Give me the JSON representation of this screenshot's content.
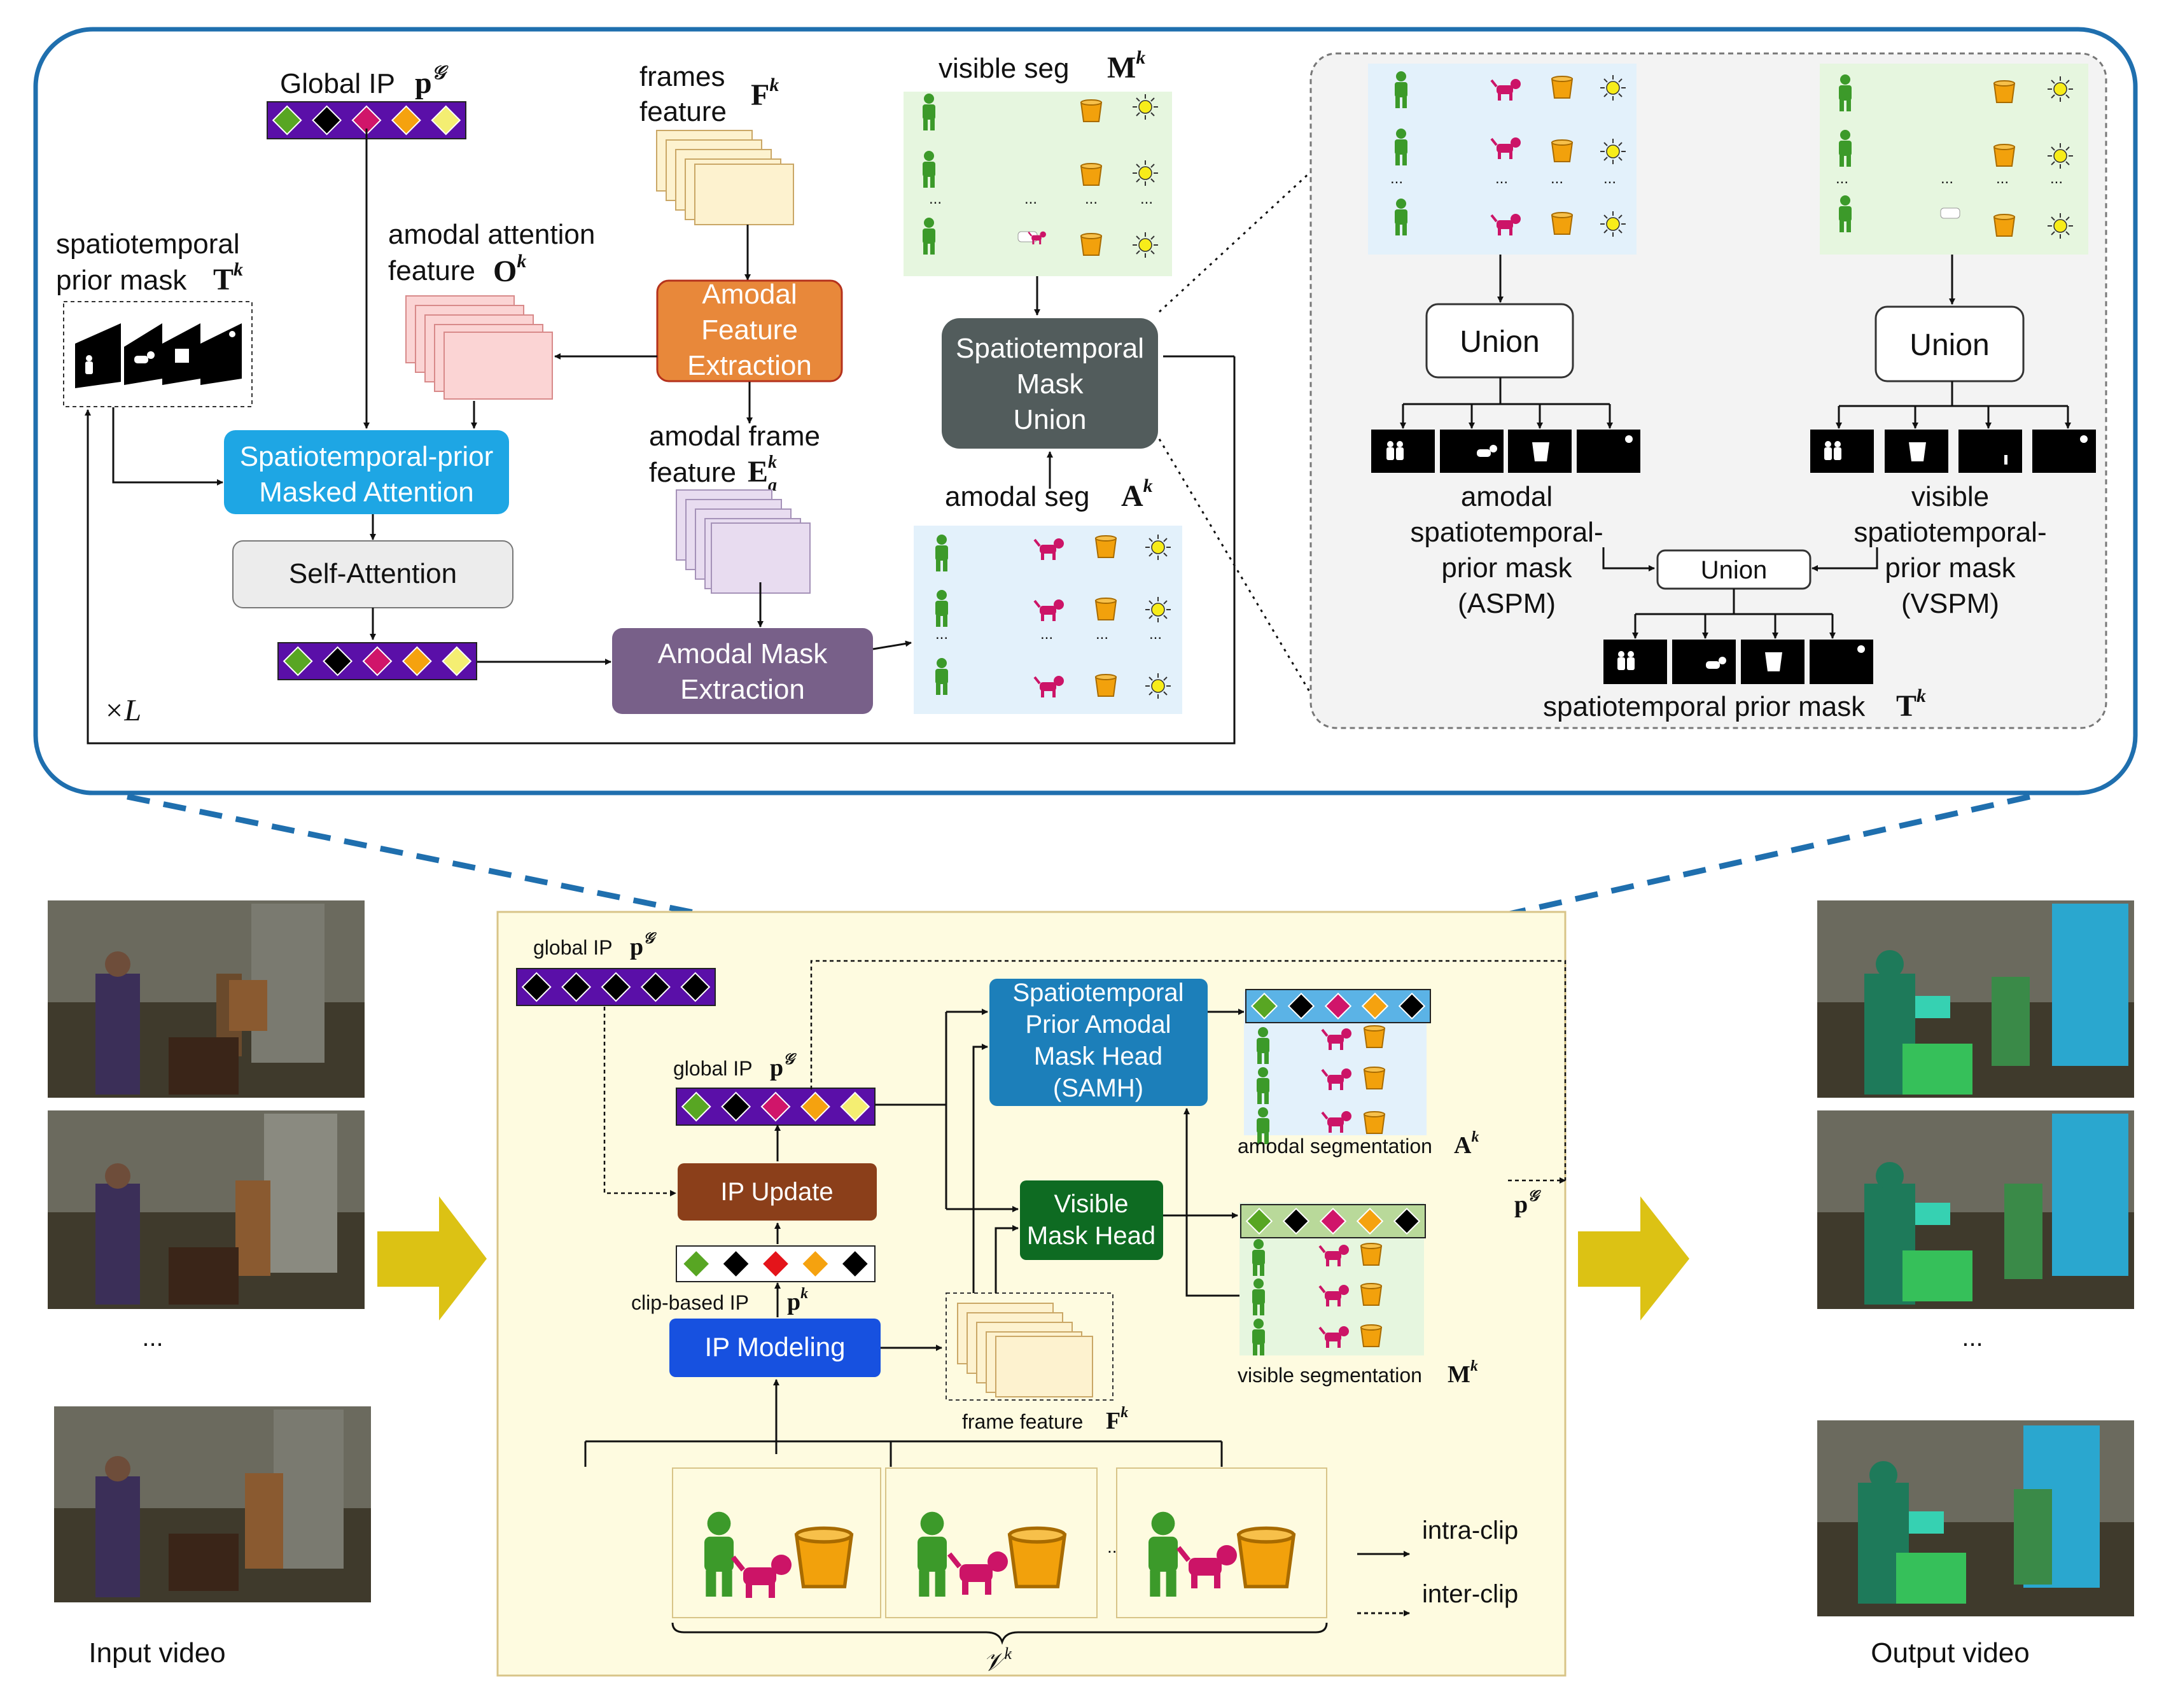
{
  "colors": {
    "frame_blue": "#1f6fae",
    "panel_yellow": "#fefbe0",
    "panel_grey": "#f3f3f3",
    "amodal_orange": "#e8883a",
    "samh_blue": "#1c7fba",
    "stprior_cyan": "#1ea6e4",
    "union_dark": "#525c5c",
    "amodal_mask_purple": "#786089",
    "ip_update_brown": "#8b3f1a",
    "ip_modeling_blue": "#1751e0",
    "visible_head_green": "#0e6b22",
    "arrow_gold": "#dcc214",
    "token_bar_purple": "#5a0fa8",
    "token_colors": [
      "#58a623",
      "#000000",
      "#d0156a",
      "#f5a20f",
      "#f4ee72"
    ],
    "clip_token_colors": [
      "#58a623",
      "#000000",
      "#e4141a",
      "#f5a20f",
      "#000000"
    ],
    "samh_token_colors": [
      "#58a623",
      "#000000",
      "#d0156a",
      "#f5a20f",
      "#000000"
    ],
    "global_token_colors": [
      "#000000",
      "#000000",
      "#000000",
      "#000000",
      "#000000"
    ]
  },
  "top": {
    "global_ip": "Global IP",
    "frames_feature_l1": "frames",
    "frames_feature_l2": "feature",
    "visible_seg": "visible seg",
    "st_prior_mask_l1": "spatiotemporal",
    "st_prior_mask_l2": "prior mask",
    "amodal_attention_l1": "amodal attention",
    "amodal_attention_l2": "feature",
    "amodal_feature_extraction": [
      "Amodal",
      "Feature",
      "Extraction"
    ],
    "st_mask_union": [
      "Spatiotemporal",
      "Mask",
      "Union"
    ],
    "amodal_frame_feature_l1": "amodal frame",
    "amodal_frame_feature_l2": "feature",
    "amodal_seg": "amodal seg",
    "st_prior_masked_attention": [
      "Spatiotemporal-prior",
      "Masked Attention"
    ],
    "self_attention": "Self-Attention",
    "amodal_mask_extraction": [
      "Amodal Mask",
      "Extraction"
    ],
    "repeat": "×L",
    "union": "Union",
    "aspm": [
      "amodal",
      "spatiotemporal-",
      "prior mask",
      "(ASPM)"
    ],
    "vspm": [
      "visible",
      "spatiotemporal-",
      "prior mask",
      "(VSPM)"
    ],
    "final_mask": "spatiotemporal prior mask",
    "ellipsis": "..."
  },
  "bottom": {
    "global_ip_in": "global IP",
    "global_ip_mid": "global IP",
    "samh": [
      "Spatiotemporal",
      "Prior Amodal",
      "Mask Head",
      "(SAMH)"
    ],
    "ip_update": "IP Update",
    "visible_mask_head": [
      "Visible",
      "Mask Head"
    ],
    "clip_based_ip": "clip-based IP",
    "ip_modeling": "IP Modeling",
    "frame_feature": "frame feature",
    "amodal_segmentation": "amodal segmentation",
    "visible_segmentation": "visible segmentation",
    "intra_clip": "intra-clip",
    "inter_clip": "inter-clip",
    "input_video": "Input video",
    "output_video": "Output video",
    "ellipsis": "..."
  }
}
